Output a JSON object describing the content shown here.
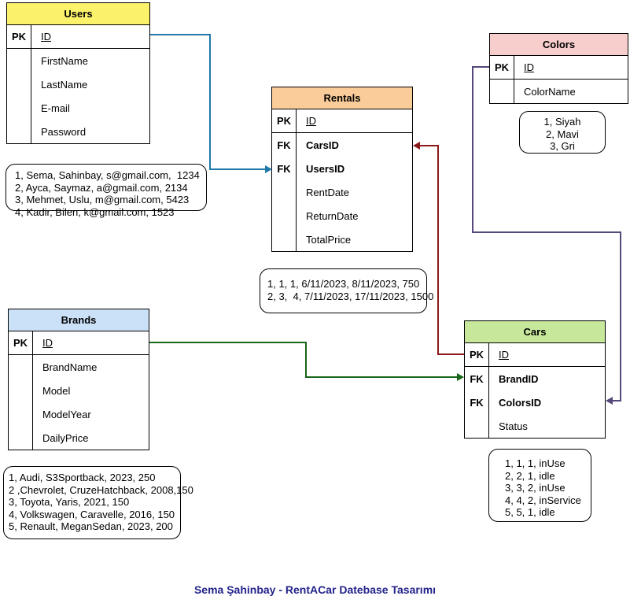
{
  "title": {
    "text": "Sema Şahinbay - RentACar Datebase Tasarımı",
    "color": "#23238B"
  },
  "tables": {
    "users": {
      "title": "Users",
      "header_color": "#FBF16B",
      "rows": [
        {
          "key": "PK",
          "name": "ID"
        },
        {
          "key": "",
          "name": "FirstName"
        },
        {
          "key": "",
          "name": "LastName"
        },
        {
          "key": "",
          "name": "E-mail"
        },
        {
          "key": "",
          "name": "Password"
        }
      ]
    },
    "rentals": {
      "title": "Rentals",
      "header_color": "#FACC99",
      "rows": [
        {
          "key": "PK",
          "name": "ID"
        },
        {
          "key": "FK",
          "name": "CarsID"
        },
        {
          "key": "FK",
          "name": "UsersID"
        },
        {
          "key": "",
          "name": "RentDate"
        },
        {
          "key": "",
          "name": "ReturnDate"
        },
        {
          "key": "",
          "name": "TotalPrice"
        }
      ]
    },
    "colors": {
      "title": "Colors",
      "header_color": "#F8CECC",
      "rows": [
        {
          "key": "PK",
          "name": "ID"
        },
        {
          "key": "",
          "name": "ColorName"
        }
      ]
    },
    "brands": {
      "title": "Brands",
      "header_color": "#CBE1F8",
      "rows": [
        {
          "key": "PK",
          "name": "ID"
        },
        {
          "key": "",
          "name": "BrandName"
        },
        {
          "key": "",
          "name": "Model"
        },
        {
          "key": "",
          "name": "ModelYear"
        },
        {
          "key": "",
          "name": "DailyPrice"
        }
      ]
    },
    "cars": {
      "title": "Cars",
      "header_color": "#C7E89B",
      "rows": [
        {
          "key": "PK",
          "name": "ID"
        },
        {
          "key": "FK",
          "name": "BrandID"
        },
        {
          "key": "FK",
          "name": "ColorsID"
        },
        {
          "key": "",
          "name": "Status"
        }
      ]
    }
  },
  "notes": {
    "users": {
      "lines": [
        "1, Sema, Sahinbay, s@gmail.com,  1234",
        "2, Ayca, Saymaz, a@gmail.com, 2134",
        "3, Mehmet, Uslu, m@gmail.com, 5423",
        "4, Kadir, Bilen, k@gmail.com, 1523"
      ]
    },
    "rentals": {
      "lines": [
        "1, 1, 1, 6/11/2023, 8/11/2023, 750",
        "2, 3,  4, 7/11/2023, 17/11/2023, 1500"
      ]
    },
    "colors": {
      "lines": [
        "1, Siyah",
        "2, Mavi",
        "3, Gri"
      ]
    },
    "brands": {
      "lines": [
        "1, Audi, S3Sportback, 2023, 250",
        "2 ,Chevrolet, CruzeHatchback, 2008,150",
        "3, Toyota, Yaris, 2021, 150",
        "4, Volkswagen, Caravelle, 2016, 150",
        "5, Renault, MeganSedan, 2023, 200"
      ]
    },
    "cars": {
      "lines": [
        "1, 1, 1, inUse",
        "2, 2, 1, idle",
        "3, 3, 2, inUse",
        "4, 4, 2, inService",
        "5, 5, 1, idle"
      ]
    }
  },
  "connectors": {
    "users_rentals": {
      "color": "#1F78A8",
      "from": "Users.ID",
      "to": "Rentals.UsersID"
    },
    "cars_rentals": {
      "color": "#8B1A1A",
      "from": "Cars.ID",
      "to": "Rentals.CarsID"
    },
    "brands_cars": {
      "color": "#1A661A",
      "from": "Brands.ID",
      "to": "Cars.BrandID"
    },
    "colors_cars": {
      "color": "#55487A",
      "from": "Colors.ID",
      "to": "Cars.ColorsID"
    }
  }
}
